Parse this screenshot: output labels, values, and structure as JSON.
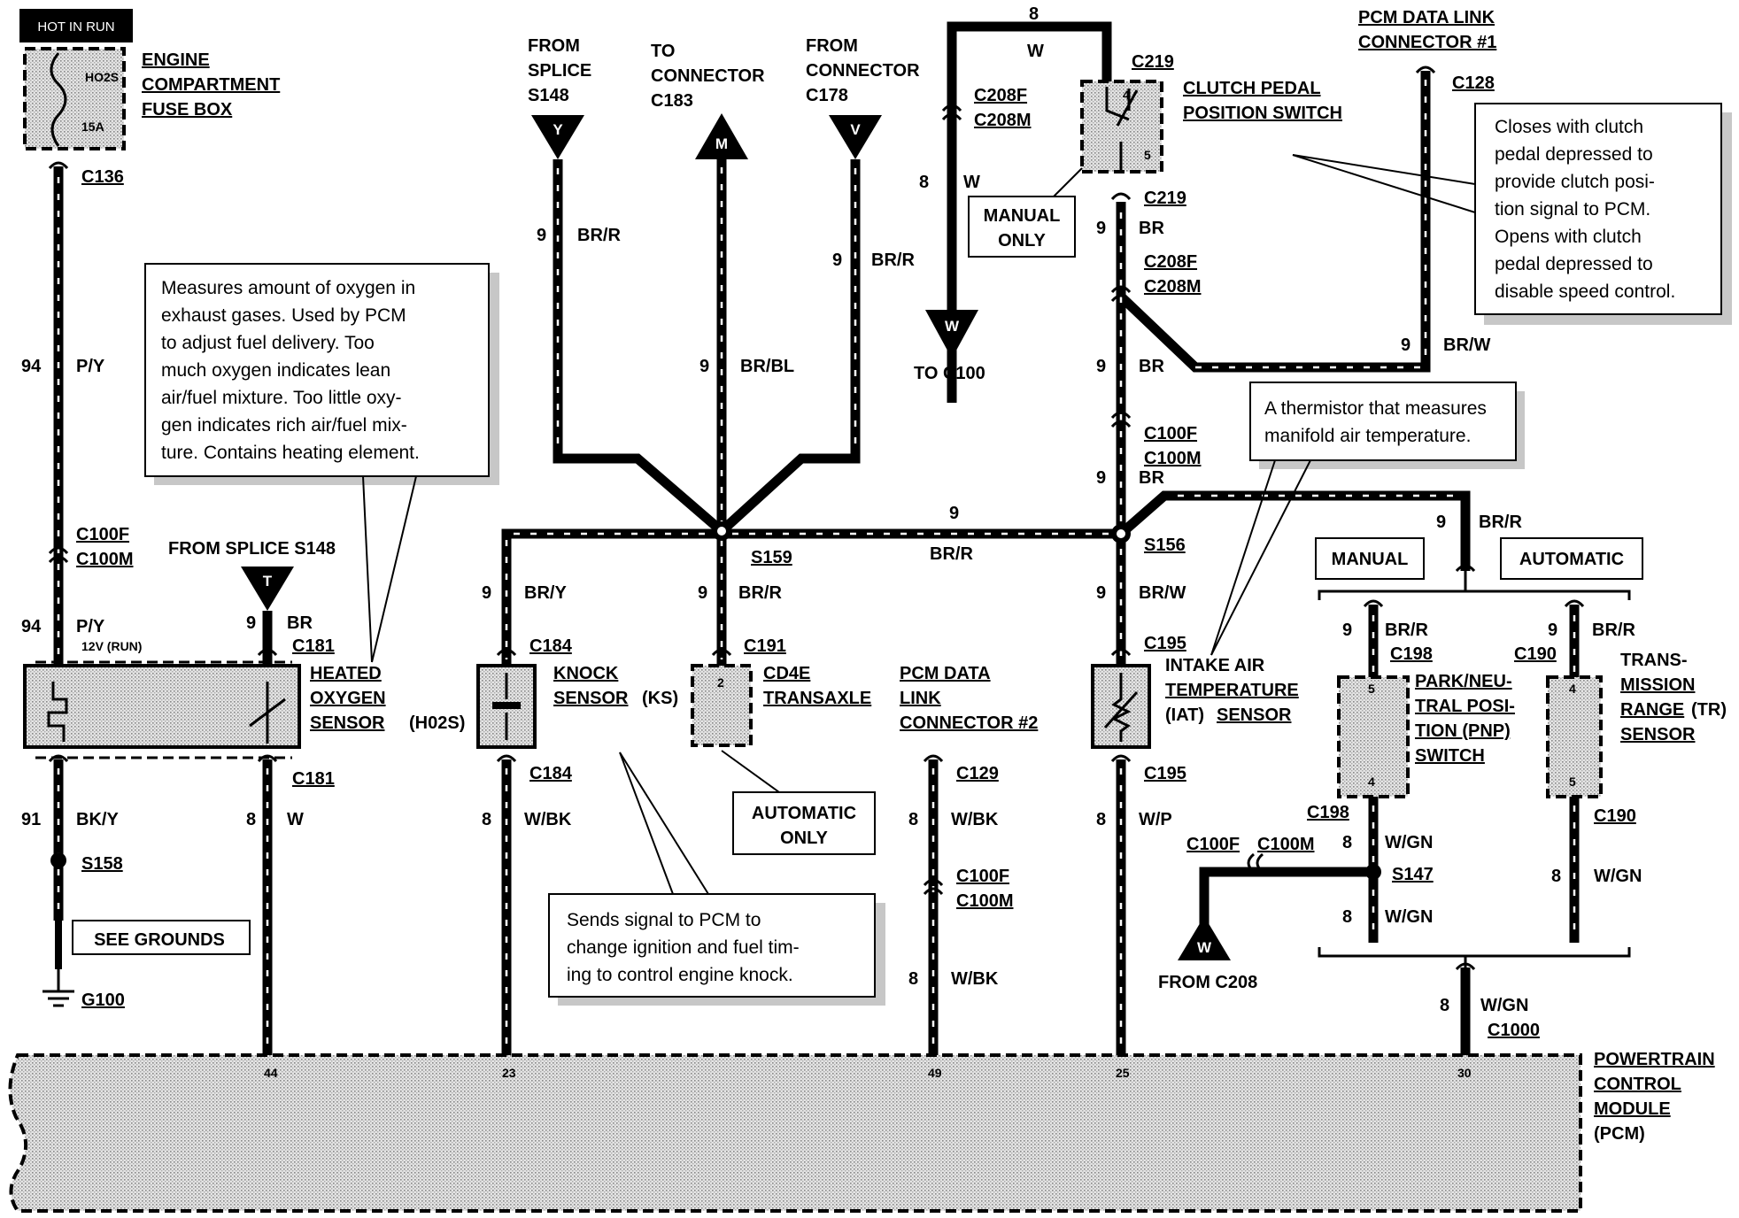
{
  "hot_in_run": "HOT IN RUN",
  "fuse_box": {
    "line1": "ENGINE",
    "line2": "COMPARTMENT",
    "line3": "FUSE BOX",
    "fuse_name": "HO2S",
    "fuse_amp": "15A"
  },
  "connectors": {
    "c136": "C136",
    "c100f": "C100F",
    "c100m": "C100M",
    "c181": "C181",
    "c184": "C184",
    "c191": "C191",
    "c129": "C129",
    "c195": "C195",
    "c219": "C219",
    "c208f": "C208F",
    "c208m": "C208M",
    "c128": "C128",
    "c198": "C198",
    "c190": "C190",
    "c1000": "C1000"
  },
  "splices": {
    "s148": "FROM SPLICE S148",
    "s159": "S159",
    "s156": "S156",
    "s158": "S158",
    "s147": "S147",
    "g100": "G100"
  },
  "wires": {
    "n94": "94",
    "py": "P/Y",
    "v12": "12V (RUN)",
    "n9": "9",
    "br": "BR",
    "n91": "91",
    "bky": "BK/Y",
    "n8": "8",
    "w": "W",
    "br_r": "BR/R",
    "br_bl": "BR/BL",
    "br_y": "BR/Y",
    "w_bk": "W/BK",
    "br_w": "BR/W",
    "w_p": "W/P",
    "w_gn": "W/GN"
  },
  "tops": {
    "from_splice": "FROM",
    "splice": "SPLICE",
    "s148": "S148",
    "y": "Y",
    "to": "TO",
    "connector": "CONNECTOR",
    "c183": "C183",
    "m": "M",
    "from_conn": "FROM",
    "connector2": "CONNECTOR",
    "c178": "C178",
    "v": "V",
    "t": "T",
    "to_c100": "TO C100",
    "from_c208": "FROM C208"
  },
  "components": {
    "h02s1": "HEATED",
    "h02s2": "OXYGEN",
    "h02s3": "SENSOR",
    "h02s4": "(H02S)",
    "ks1": "KNOCK",
    "ks2": "SENSOR",
    "ks3": "(KS)",
    "cd1": "CD4E",
    "cd2": "TRANSAXLE",
    "pdl1": "PCM DATA",
    "pdl2": "LINK",
    "pdl3": "CONNECTOR #2",
    "iat1": "INTAKE AIR",
    "iat2": "TEMPERATURE",
    "iat3": "(IAT)",
    "iat4": "SENSOR",
    "cpp1": "CLUTCH PEDAL",
    "cpp2": "POSITION SWITCH",
    "dl1": "PCM DATA LINK",
    "dl2": "CONNECTOR #1",
    "pnp1": "PARK/NEU-",
    "pnp2": "TRAL POSI-",
    "pnp3": "TION (PNP)",
    "pnp4": "SWITCH",
    "tr1": "TRANS-",
    "tr2": "MISSION",
    "tr3": "RANGE",
    "tr4": "(TR)",
    "tr5": "SENSOR",
    "pcm1": "POWERTRAIN",
    "pcm2": "CONTROL",
    "pcm3": "MODULE",
    "pcm4": "(PCM)"
  },
  "tags": {
    "manual_only1": "MANUAL",
    "manual_only2": "ONLY",
    "automatic_only1": "AUTOMATIC",
    "automatic_only2": "ONLY",
    "manual": "MANUAL",
    "automatic": "AUTOMATIC",
    "see_grounds": "SEE GROUNDS"
  },
  "pins": {
    "p44": "44",
    "p23": "23",
    "p49": "49",
    "p25": "25",
    "p30": "30",
    "p2": "2",
    "p4": "4",
    "p5": "5"
  },
  "notes": {
    "o2": [
      "Measures amount of oxygen in",
      "exhaust gases. Used by PCM",
      "to adjust fuel delivery. Too",
      "much oxygen indicates lean",
      "air/fuel mixture. Too little oxy-",
      "gen indicates rich air/fuel mix-",
      "ture. Contains heating element."
    ],
    "clutch": [
      "Closes with clutch",
      "pedal depressed to",
      "provide clutch posi-",
      "tion signal to PCM.",
      "Opens with clutch",
      "pedal depressed to",
      "disable speed control."
    ],
    "therm": [
      "A thermistor that measures",
      "manifold air temperature."
    ],
    "knock": [
      "Sends signal to PCM to",
      "change ignition and fuel tim-",
      "ing to control engine knock."
    ]
  }
}
